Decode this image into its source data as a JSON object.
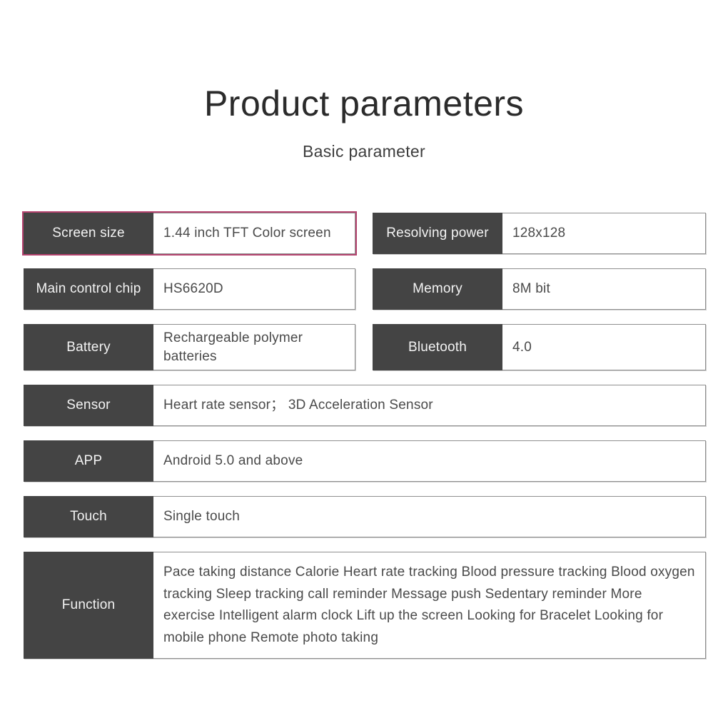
{
  "header": {
    "title": "Product parameters",
    "subtitle": "Basic parameter"
  },
  "accent_color": "#b5436f",
  "label_bg_color": "#444444",
  "value_bg_color": "#ffffff",
  "spec_rows": [
    {
      "left": {
        "label": "Screen size",
        "value": "1.44 inch TFT Color screen",
        "highlighted": true
      },
      "right": {
        "label": "Resolving power",
        "value": "128x128",
        "highlighted": false
      }
    },
    {
      "left": {
        "label": "Main control chip",
        "value": "HS6620D",
        "highlighted": false
      },
      "right": {
        "label": "Memory",
        "value": "8M bit",
        "highlighted": false
      }
    },
    {
      "left": {
        "label": "Battery",
        "value": "Rechargeable polymer batteries",
        "highlighted": false
      },
      "right": {
        "label": "Bluetooth",
        "value": "4.0",
        "highlighted": false
      }
    }
  ],
  "full_rows": [
    {
      "label": "Sensor",
      "value": "Heart rate sensor； 3D Acceleration Sensor"
    },
    {
      "label": "APP",
      "value": "Android 5.0 and above"
    },
    {
      "label": "Touch",
      "value": "Single touch"
    }
  ],
  "function_row": {
    "label": "Function",
    "value": "Pace taking  distance  Calorie  Heart rate tracking Blood pressure  tracking Blood oxygen tracking  Sleep tracking  call reminder  Message push  Sedentary reminder  More exercise  Intelligent alarm clock Lift up the screen  Looking for Bracelet  Looking for mobile phone  Remote photo taking"
  }
}
